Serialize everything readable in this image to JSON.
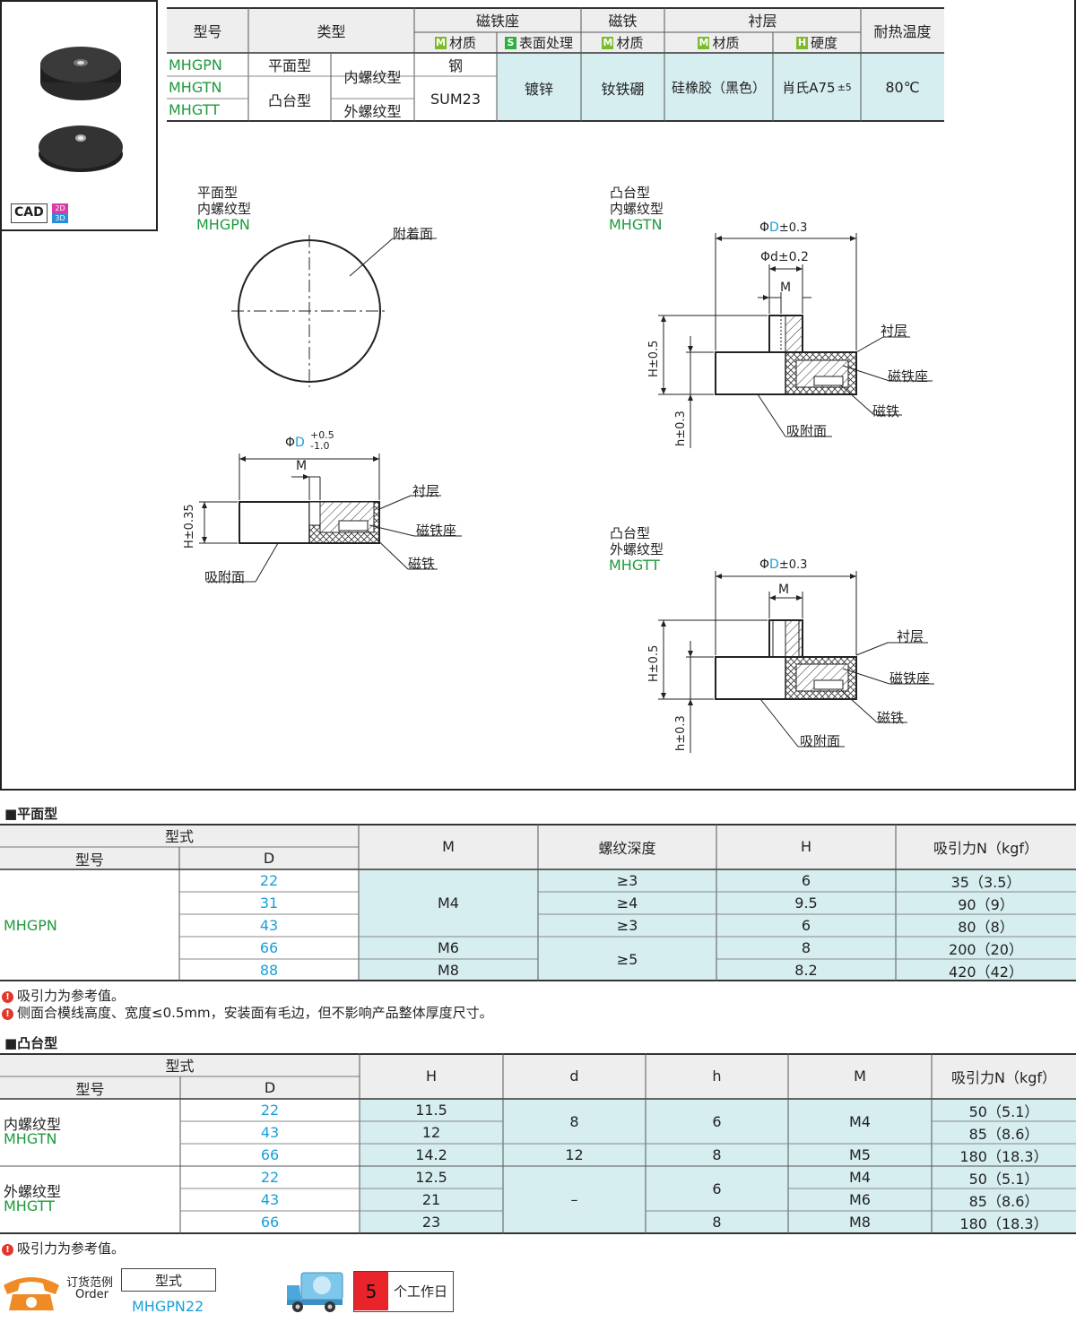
{
  "header_table": {
    "col_model": "型号",
    "col_type": "类型",
    "col_base": "磁铁座",
    "col_magnet": "磁铁",
    "col_lining": "衬层",
    "col_temp": "耐热温度",
    "sub_material_m": "M",
    "sub_material": "材质",
    "sub_surface_s": "S",
    "sub_surface": "表面处理",
    "sub_hardness_h": "H",
    "sub_hardness": "硬度",
    "models": [
      "MHGPN",
      "MHGTN",
      "MHGTT"
    ],
    "type_flat": "平面型",
    "type_boss": "凸台型",
    "thread_inner": "内螺纹型",
    "thread_outer": "外螺纹型",
    "base_steel": "钢",
    "base_sum23": "SUM23",
    "surface": "镀锌",
    "magnet_material": "钕铁硼",
    "lining_material": "硅橡胶（黑色）",
    "lining_hardness": "肖氏A75",
    "lining_hardness_tol": "±5",
    "temp": "80℃"
  },
  "cad": {
    "label": "CAD",
    "badge_2d": "2D",
    "badge_3d": "3D"
  },
  "drawings": {
    "flat": {
      "type": "平面型",
      "thread": "内螺纹型",
      "model": "MHGPN",
      "attach_face": "附着面",
      "dim_phi": "Φ",
      "dim_D": "D",
      "dim_D_tol_up": "+0.5",
      "dim_D_tol_dn": "-1.0",
      "dim_M": "M",
      "dim_H": "H±0.35",
      "lining": "衬层",
      "base": "磁铁座",
      "magnet": "磁铁",
      "suction_face": "吸附面"
    },
    "boss_inner": {
      "type": "凸台型",
      "thread": "内螺纹型",
      "model": "MHGTN",
      "dim_phi": "Φ",
      "dim_D": "D",
      "dim_D_tol": "±0.3",
      "dim_d": "Φd±0.2",
      "dim_M": "M",
      "dim_H": "H±0.5",
      "dim_h": "h±0.3",
      "lining": "衬层",
      "base": "磁铁座",
      "magnet": "磁铁",
      "suction_face": "吸附面"
    },
    "boss_outer": {
      "type": "凸台型",
      "thread": "外螺纹型",
      "model": "MHGTT",
      "dim_phi": "Φ",
      "dim_D": "D",
      "dim_D_tol": "±0.3",
      "dim_M": "M",
      "dim_H": "H±0.5",
      "dim_h": "h±0.3",
      "lining": "衬层",
      "base": "磁铁座",
      "magnet": "磁铁",
      "suction_face": "吸附面"
    }
  },
  "flat_table": {
    "section": "■平面型",
    "h_form": "型式",
    "h_model": "型号",
    "h_D": "D",
    "h_M": "M",
    "h_depth": "螺纹深度",
    "h_H": "H",
    "h_force": "吸引力N（kgf）",
    "model": "MHGPN",
    "D": [
      "22",
      "31",
      "43",
      "66",
      "88"
    ],
    "M": [
      "M4",
      "M6",
      "M8"
    ],
    "depth": [
      "≥3",
      "≥4",
      "≥3",
      "≥5"
    ],
    "H": [
      "6",
      "9.5",
      "6",
      "8",
      "8.2"
    ],
    "force": [
      "35（3.5）",
      "90（9）",
      "80（8）",
      "200（20）",
      "420（42）"
    ],
    "notes": [
      "吸引力为参考值。",
      "侧面合模线高度、宽度≤0.5mm，安装面有毛边，但不影响产品整体厚度尺寸。"
    ]
  },
  "boss_table": {
    "section": "■凸台型",
    "h_form": "型式",
    "h_model": "型号",
    "h_D": "D",
    "h_H": "H",
    "h_d": "d",
    "h_h": "h",
    "h_M": "M",
    "h_force": "吸引力N（kgf）",
    "inner_label": "内螺纹型",
    "inner_model": "MHGTN",
    "outer_label": "外螺纹型",
    "outer_model": "MHGTT",
    "D": [
      "22",
      "43",
      "66",
      "22",
      "43",
      "66"
    ],
    "H": [
      "11.5",
      "12",
      "14.2",
      "12.5",
      "21",
      "23"
    ],
    "d": [
      "8",
      "12",
      "–"
    ],
    "h": [
      "6",
      "8",
      "6",
      "8"
    ],
    "M": [
      "M4",
      "M5",
      "M4",
      "M6",
      "M8"
    ],
    "force": [
      "50（5.1）",
      "85（8.6）",
      "180（18.3）",
      "50（5.1）",
      "85（8.6）",
      "180（18.3）"
    ],
    "note": "吸引力为参考值。"
  },
  "order": {
    "label_cn": "订货范例",
    "label_en": "Order",
    "form_header": "型式",
    "example": "MHGPN22",
    "days": "5",
    "days_label": "个工作日"
  },
  "colors": {
    "green": "#1e9a3c",
    "blue": "#1a9fd8",
    "cell_bg": "#d6eef0",
    "header_bg": "#eeeeee"
  }
}
